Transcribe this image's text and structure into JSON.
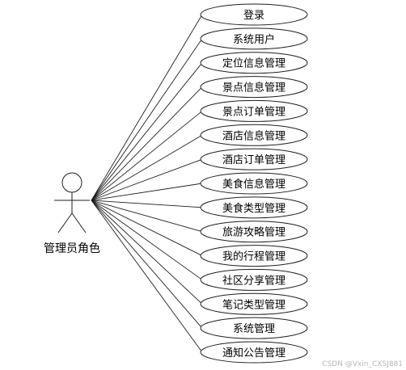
{
  "actor": {
    "name": "管理员角色"
  },
  "use_cases": [
    {
      "label": "登录"
    },
    {
      "label": "系统用户"
    },
    {
      "label": "定位信息管理"
    },
    {
      "label": "景点信息管理"
    },
    {
      "label": "景点订单管理"
    },
    {
      "label": "酒店信息管理"
    },
    {
      "label": "酒店订单管理"
    },
    {
      "label": "美食信息管理"
    },
    {
      "label": "美食类型管理"
    },
    {
      "label": "旅游攻略管理"
    },
    {
      "label": "我的行程管理"
    },
    {
      "label": "社区分享管理"
    },
    {
      "label": "笔记类型管理"
    },
    {
      "label": "系统管理"
    },
    {
      "label": "通知公告管理"
    }
  ],
  "watermark": "CSDN @Vxin_CXSJ881",
  "colors": {
    "stroke": "#1f1f1f",
    "fill": "#ffffff",
    "text": "#000000"
  }
}
